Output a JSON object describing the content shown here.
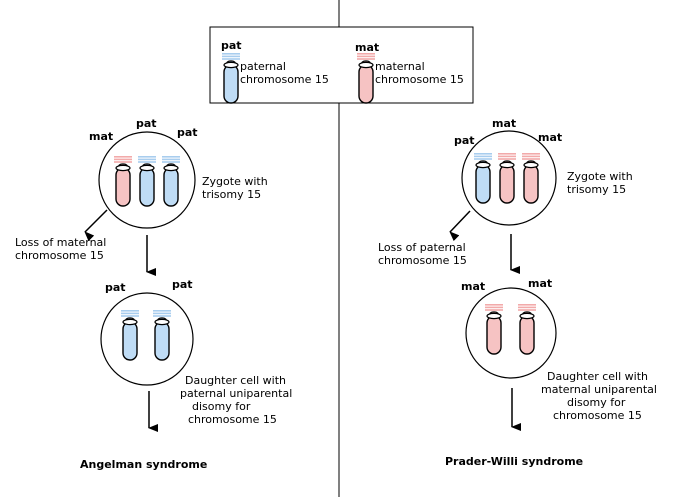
{
  "legend": {
    "pat_tag": "pat",
    "pat_line1": "paternal",
    "pat_line2": "chromosome 15",
    "mat_tag": "mat",
    "mat_line1": "maternal",
    "mat_line2": "chromosome 15"
  },
  "left": {
    "zygote_tags": [
      "mat",
      "pat",
      "pat"
    ],
    "zygote_label_1": "Zygote with",
    "zygote_label_2": "trisomy 15",
    "loss_label_1": "Loss of maternal",
    "loss_label_2": "chromosome 15",
    "daughter_tags": [
      "pat",
      "pat"
    ],
    "daughter_label_1": "Daughter cell with",
    "daughter_label_2": "paternal uniparental",
    "daughter_label_3": "disomy for",
    "daughter_label_4": "chromosome 15",
    "syndrome": "Angelman syndrome"
  },
  "right": {
    "zygote_tags": [
      "pat",
      "mat",
      "mat"
    ],
    "zygote_label_1": "Zygote with",
    "zygote_label_2": "trisomy 15",
    "loss_label_1": "Loss of paternal",
    "loss_label_2": "chromosome 15",
    "daughter_tags": [
      "mat",
      "mat"
    ],
    "daughter_label_1": "Daughter cell with",
    "daughter_label_2": "maternal uniparental",
    "daughter_label_3": "disomy for",
    "daughter_label_4": "chromosome 15",
    "syndrome": "Prader-Willi syndrome"
  },
  "colors": {
    "paternal_fill": "#bfdcf5",
    "paternal_band": "#a8cdee",
    "maternal_fill": "#f6c3c3",
    "maternal_band": "#f2aaaa"
  }
}
